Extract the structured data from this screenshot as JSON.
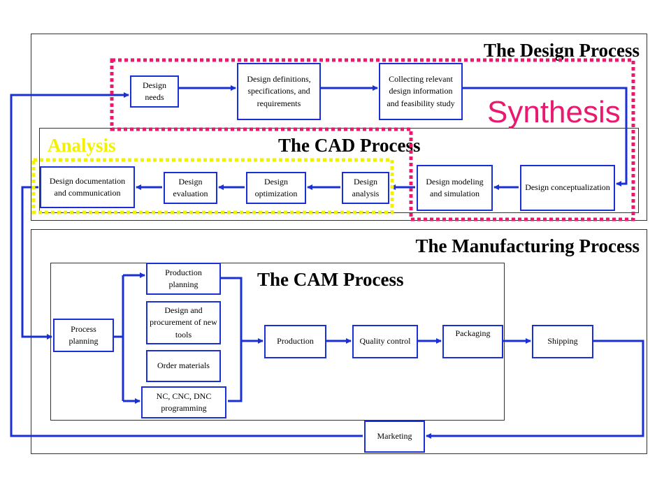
{
  "titles": {
    "design_process": "The Design Process",
    "cad_process": "The CAD Process",
    "manufacturing_process": "The Manufacturing Process",
    "cam_process": "The CAM Process",
    "synthesis": "Synthesis",
    "analysis": "Analysis"
  },
  "design": {
    "needs": "Design needs",
    "definitions": "Design definitions, specifications, and requirements",
    "collecting": "Collecting relevant design information and feasibility study"
  },
  "cad": {
    "conceptualization": "Design conceptualization",
    "modeling": "Design modeling and simulation",
    "analysis": "Design analysis",
    "optimization": "Design optimization",
    "evaluation": "Design evaluation",
    "documentation": "Design documentation and communication"
  },
  "cam": {
    "process_planning": "Process planning",
    "production_planning": "Production planning",
    "procurement": "Design and procurement of new tools",
    "order_materials": "Order materials",
    "nc_programming": "NC, CNC, DNC programming",
    "production": "Production",
    "quality_control": "Quality control",
    "packaging": "Packaging",
    "shipping": "Shipping",
    "marketing": "Marketing"
  },
  "colors": {
    "connector": "#1a2fd6",
    "synthesis": "#e8196e",
    "analysis": "#f2f200"
  }
}
